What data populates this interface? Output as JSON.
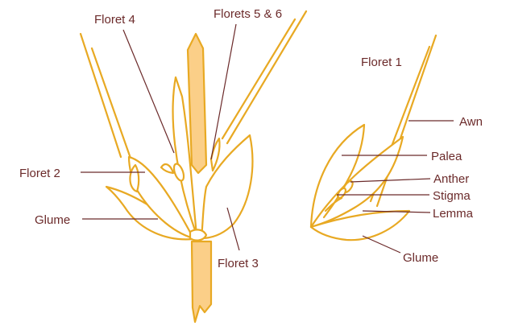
{
  "labels": {
    "floret_4": "Floret 4",
    "florets_5_6": "Florets 5 & 6",
    "floret_2": "Floret 2",
    "glume_left": "Glume",
    "floret_3": "Floret 3",
    "floret_1": "Floret 1",
    "awn": "Awn",
    "palea": "Palea",
    "anther": "Anther",
    "stigma": "Stigma",
    "lemma": "Lemma",
    "glume_right": "Glume"
  },
  "colors": {
    "outline": "#e8a923",
    "stem_fill": "#fbcf88",
    "label_text": "#6b2a2a"
  }
}
